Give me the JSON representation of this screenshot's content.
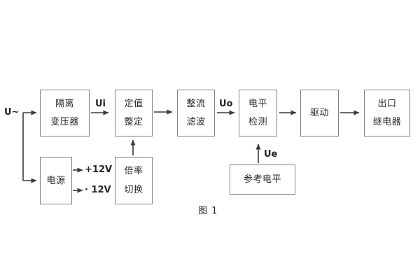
{
  "diagram": {
    "caption": "图 1",
    "labels": {
      "input_voltage": "U~",
      "ui": "Ui",
      "uo": "Uo",
      "ue": "Ue",
      "rail_positive": "+12V",
      "rail_negative": "· 12V"
    },
    "blocks": {
      "isolation_transformer": {
        "line1": "隔离",
        "line2": "变压器"
      },
      "setpoint_setting": {
        "line1": "定值",
        "line2": "整定"
      },
      "rectifier_filter": {
        "line1": "整流",
        "line2": "滤波"
      },
      "level_detection": {
        "line1": "电平",
        "line2": "检测"
      },
      "drive": {
        "line1": "驱动"
      },
      "output_relay": {
        "line1": "出口",
        "line2": "继电器"
      },
      "power_supply": {
        "line1": "电源"
      },
      "ratio_switch": {
        "line1": "倍率",
        "line2": "切换"
      },
      "reference_level": {
        "line1": "参考电平"
      }
    },
    "colors": {
      "background": "#ffffff",
      "box_border": "#808080",
      "wire": "#3a3a3a",
      "text": "#262626"
    }
  }
}
